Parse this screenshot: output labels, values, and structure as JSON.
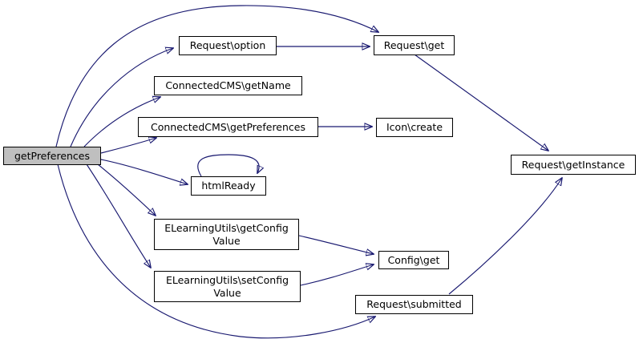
{
  "diagram": {
    "type": "call-graph",
    "background_color": "#ffffff",
    "edge_color": "#191970",
    "node_border_color": "#000000",
    "node_fill_color": "#ffffff",
    "highlight_fill_color": "#bfbfbf",
    "nodes": [
      {
        "id": "get-preferences",
        "label": "getPreferences",
        "highlighted": true
      },
      {
        "id": "request-option",
        "label": "Request\\option",
        "highlighted": false
      },
      {
        "id": "request-get",
        "label": "Request\\get",
        "highlighted": false
      },
      {
        "id": "connectedcms-getname",
        "label": "ConnectedCMS\\getName",
        "highlighted": false
      },
      {
        "id": "connectedcms-getpreferences",
        "label": "ConnectedCMS\\getPreferences",
        "highlighted": false
      },
      {
        "id": "icon-create",
        "label": "Icon\\create",
        "highlighted": false
      },
      {
        "id": "htmlready",
        "label": "htmlReady",
        "highlighted": false
      },
      {
        "id": "elearningutils-getconfigvalue",
        "label": "ELearningUtils\\getConfig\nValue",
        "highlighted": false
      },
      {
        "id": "elearningutils-setconfigvalue",
        "label": "ELearningUtils\\setConfig\nValue",
        "highlighted": false
      },
      {
        "id": "config-get",
        "label": "Config\\get",
        "highlighted": false
      },
      {
        "id": "request-submitted",
        "label": "Request\\submitted",
        "highlighted": false
      },
      {
        "id": "request-getinstance",
        "label": "Request\\getInstance",
        "highlighted": false
      }
    ],
    "edges": [
      {
        "from": "get-preferences",
        "to": "request-get"
      },
      {
        "from": "get-preferences",
        "to": "request-option"
      },
      {
        "from": "get-preferences",
        "to": "connectedcms-getname"
      },
      {
        "from": "get-preferences",
        "to": "connectedcms-getpreferences"
      },
      {
        "from": "get-preferences",
        "to": "htmlready"
      },
      {
        "from": "get-preferences",
        "to": "elearningutils-getconfigvalue"
      },
      {
        "from": "get-preferences",
        "to": "elearningutils-setconfigvalue"
      },
      {
        "from": "get-preferences",
        "to": "request-submitted"
      },
      {
        "from": "request-option",
        "to": "request-get"
      },
      {
        "from": "connectedcms-getpreferences",
        "to": "icon-create"
      },
      {
        "from": "htmlready",
        "to": "htmlready"
      },
      {
        "from": "elearningutils-getconfigvalue",
        "to": "config-get"
      },
      {
        "from": "elearningutils-setconfigvalue",
        "to": "config-get"
      },
      {
        "from": "request-get",
        "to": "request-getinstance"
      },
      {
        "from": "request-submitted",
        "to": "request-getinstance"
      }
    ]
  }
}
